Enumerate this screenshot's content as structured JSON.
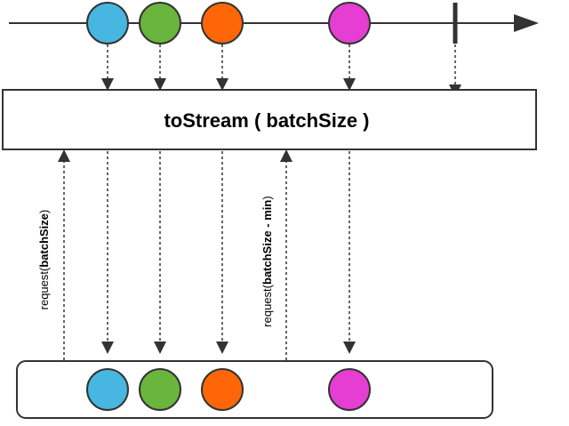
{
  "operator": {
    "label": "toStream ( batchSize )"
  },
  "requests": [
    {
      "prefix": "request(",
      "arg": "batchSize",
      "suffix": ")"
    },
    {
      "prefix": "request(",
      "arg": "batchSize - min",
      "suffix": ")"
    }
  ],
  "marbles": {
    "input": [
      {
        "color": "#47b6e0",
        "name": "blue-marble"
      },
      {
        "color": "#6ab53e",
        "name": "green-marble"
      },
      {
        "color": "#ff6608",
        "name": "orange-marble"
      },
      {
        "color": "#e63dd2",
        "name": "magenta-marble"
      }
    ],
    "output": [
      {
        "color": "#47b6e0",
        "name": "blue-marble"
      },
      {
        "color": "#6ab53e",
        "name": "green-marble"
      },
      {
        "color": "#ff6608",
        "name": "orange-marble"
      },
      {
        "color": "#e63dd2",
        "name": "magenta-marble"
      }
    ]
  },
  "colors": {
    "stroke": "#333333",
    "box_fill": "#ffffff"
  }
}
